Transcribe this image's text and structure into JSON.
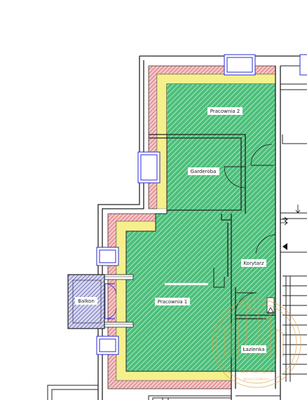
{
  "rooms": {
    "pracownia2": "Pracownia 2",
    "garderoba": "Garderoba",
    "pracownia1": "Pracownia 1",
    "korytarz": "Korytarz",
    "lazienka": "Łazienka",
    "balkon": "Balkon"
  },
  "watermark": {
    "line1": "AHP PARTNERS",
    "line2": "NIERUCHOMOŚCI"
  },
  "colors": {
    "floor": "#4bbf7a",
    "floor_hatch": "#d7f4e2",
    "insulation": "#f5f08c",
    "wall_hatch": "#d6606a",
    "window": "#2a2ad6",
    "balcony": "#4a4aa8",
    "watermark": "#e0a040"
  }
}
